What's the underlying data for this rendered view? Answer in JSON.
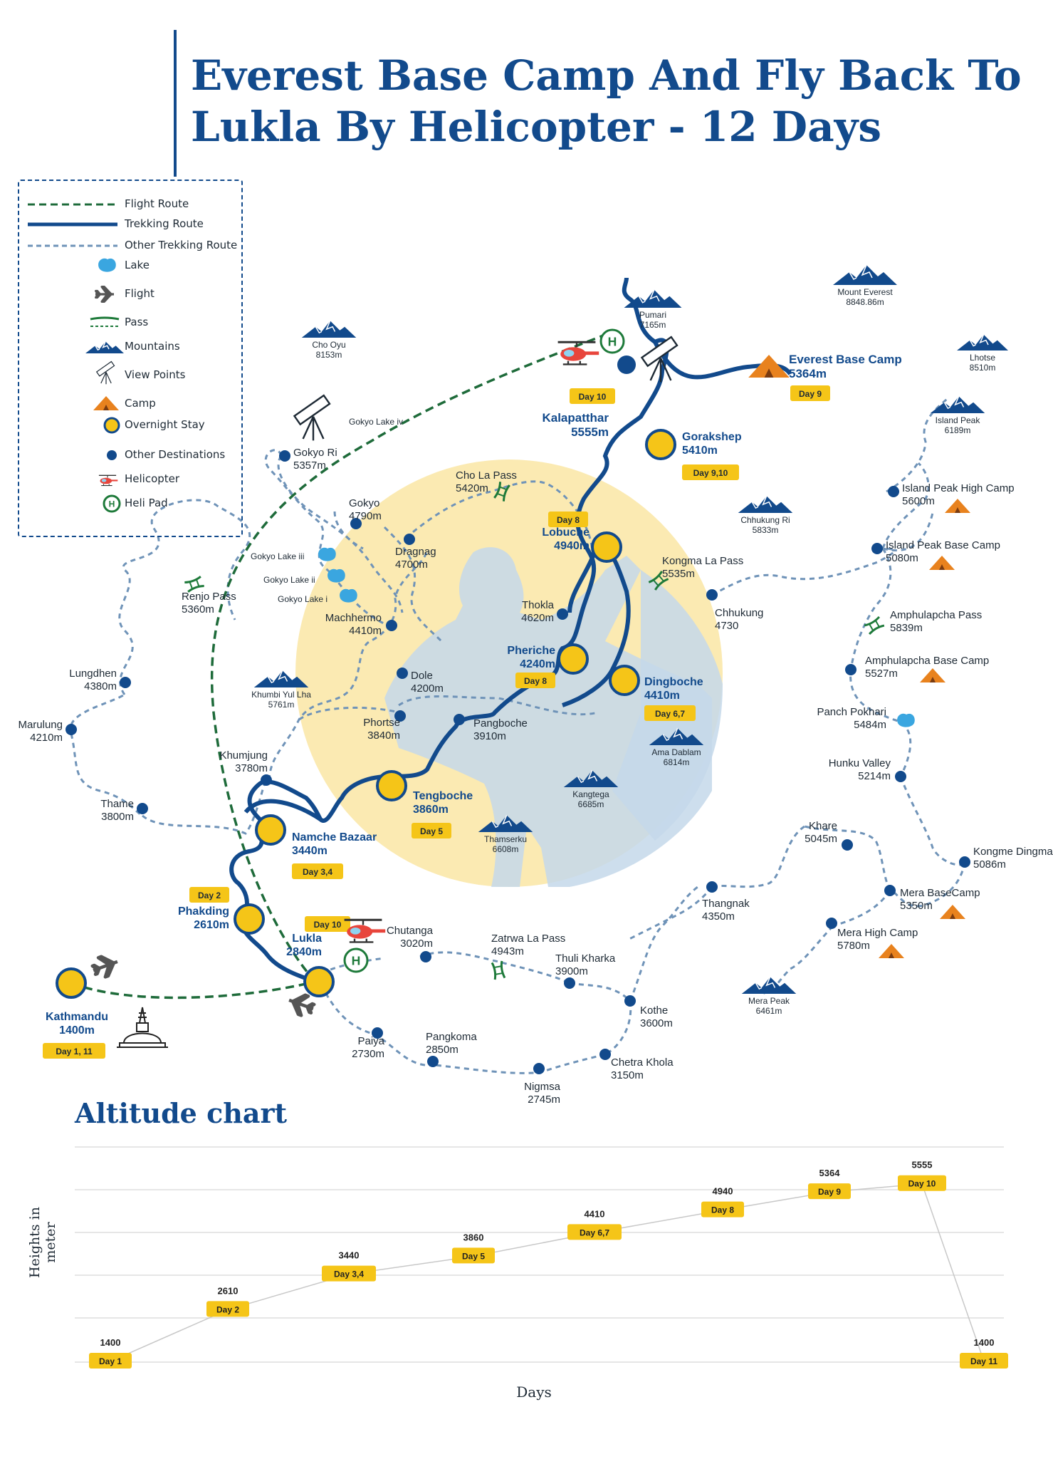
{
  "title": "Everest Base Camp And Fly Back To Lukla By Helicopter - 12 Days",
  "colors": {
    "route_blue": "#124a8c",
    "flight_green": "#1e6b3a",
    "dashed_blue": "#6f93b8",
    "yellow": "#f5c518",
    "circle_bg": "#fbeab2",
    "map_blue": "#c4d8ea",
    "label_dark": "#1e2a35"
  },
  "legend": {
    "items": [
      {
        "symbol": "flight-route",
        "label": "Flight Route"
      },
      {
        "symbol": "trekking-route",
        "label": "Trekking Route"
      },
      {
        "symbol": "other-trekking-route",
        "label": "Other Trekking Route"
      },
      {
        "symbol": "lake-icon",
        "label": "Lake"
      },
      {
        "symbol": "airplane-icon",
        "label": "Flight"
      },
      {
        "symbol": "pass-icon",
        "label": "Pass"
      },
      {
        "symbol": "mountain-icon",
        "label": "Mountains"
      },
      {
        "symbol": "telescope-icon",
        "label": "View Points"
      },
      {
        "symbol": "tent-icon",
        "label": "Camp"
      },
      {
        "symbol": "overnight-stay-icon",
        "label": "Overnight Stay"
      },
      {
        "symbol": "destination-dot-icon",
        "label": "Other Destinations"
      },
      {
        "symbol": "helicopter-icon",
        "label": "Helicopter"
      },
      {
        "symbol": "helipad-icon",
        "label": "Heli Pad"
      }
    ]
  },
  "map": {
    "stops": [
      {
        "name": "Kathmandu",
        "alt": "1400m",
        "day": "Day 1, 11"
      },
      {
        "name": "Lukla",
        "alt": "2840m",
        "day": "Day 10"
      },
      {
        "name": "Phakding",
        "alt": "2610m",
        "day": "Day 2"
      },
      {
        "name": "Namche Bazaar",
        "alt": "3440m",
        "day": "Day 3,4"
      },
      {
        "name": "Tengboche",
        "alt": "3860m",
        "day": "Day 5"
      },
      {
        "name": "Dingboche",
        "alt": "4410m",
        "day": "Day 6,7"
      },
      {
        "name": "Pheriche",
        "alt": "4240m",
        "day": "Day 8"
      },
      {
        "name": "Lobuche",
        "alt": "4940m",
        "day": "Day 8"
      },
      {
        "name": "Gorakshep",
        "alt": "5410m",
        "day": "Day 9,10"
      },
      {
        "name": "Kalapatthar",
        "alt": "5555m",
        "day": "Day 10"
      },
      {
        "name": "Everest Base Camp",
        "alt": "5364m",
        "day": "Day 9"
      }
    ],
    "destinations": [
      {
        "name": "Lungdhen",
        "alt": "4380m"
      },
      {
        "name": "Marulung",
        "alt": "4210m"
      },
      {
        "name": "Thame",
        "alt": "3800m"
      },
      {
        "name": "Khumjung",
        "alt": "3780m"
      },
      {
        "name": "Phortse",
        "alt": "3840m"
      },
      {
        "name": "Pangboche",
        "alt": "3910m"
      },
      {
        "name": "Dole",
        "alt": "4200m"
      },
      {
        "name": "Machhermo",
        "alt": "4410m"
      },
      {
        "name": "Gokyo",
        "alt": "4790m"
      },
      {
        "name": "Dragnag",
        "alt": "4700m"
      },
      {
        "name": "Gokyo Ri",
        "alt": "5357m"
      },
      {
        "name": "Thokla",
        "alt": "4620m"
      },
      {
        "name": "Chhukung",
        "alt": "4730"
      },
      {
        "name": "Island Peak High Camp",
        "alt": "5600m"
      },
      {
        "name": "Island Peak Base Camp",
        "alt": "5080m"
      },
      {
        "name": "Amphulapcha Base Camp",
        "alt": "5527m"
      },
      {
        "name": "Hunku Valley",
        "alt": "5214m"
      },
      {
        "name": "Khare",
        "alt": "5045m"
      },
      {
        "name": "Kongme Dingma",
        "alt": "5086m"
      },
      {
        "name": "Mera BaseCamp",
        "alt": "5350m"
      },
      {
        "name": "Mera High Camp",
        "alt": "5780m"
      },
      {
        "name": "Thangnak",
        "alt": "4350m"
      },
      {
        "name": "Chutanga",
        "alt": "3020m"
      },
      {
        "name": "Thuli Kharka",
        "alt": "3900m"
      },
      {
        "name": "Kothe",
        "alt": "3600m"
      },
      {
        "name": "Chetra Khola",
        "alt": "3150m"
      },
      {
        "name": "Nigmsa",
        "alt": "2745m"
      },
      {
        "name": "Pangkoma",
        "alt": "2850m"
      },
      {
        "name": "Paiya",
        "alt": "2730m"
      }
    ],
    "passes": [
      {
        "name": "Cho La Pass",
        "alt": "5420m"
      },
      {
        "name": "Renjo Pass",
        "alt": "5360m"
      },
      {
        "name": "Kongma La Pass",
        "alt": "5535m"
      },
      {
        "name": "Amphulapcha Pass",
        "alt": "5839m"
      },
      {
        "name": "Zatrwa La Pass",
        "alt": "4943m"
      }
    ],
    "mountains": [
      {
        "name": "Mount Everest",
        "alt": "8848.86m"
      },
      {
        "name": "Pumari",
        "alt": "7165m"
      },
      {
        "name": "Cho Oyu",
        "alt": "8153m"
      },
      {
        "name": "Lhotse",
        "alt": "8510m"
      },
      {
        "name": "Island Peak",
        "alt": "6189m"
      },
      {
        "name": "Chhukung Ri",
        "alt": "5833m"
      },
      {
        "name": "Khumbi Yul Lha",
        "alt": "5761m"
      },
      {
        "name": "Ama Dablam",
        "alt": "6814m"
      },
      {
        "name": "Kangtega",
        "alt": "6685m"
      },
      {
        "name": "Thamserku",
        "alt": "6608m"
      },
      {
        "name": "Mera Peak",
        "alt": "6461m"
      }
    ],
    "lakes": [
      "Gokyo Lake iv",
      "Gokyo Lake iii",
      "Gokyo Lake ii",
      "Gokyo Lake i",
      {
        "name": "Panch Pokhari",
        "alt": "5484m"
      }
    ]
  },
  "altitude_chart": {
    "title": "Altitude chart",
    "ylabel": "Heights in meter",
    "xlabel": "Days"
  },
  "chart_data": {
    "type": "line",
    "title": "Altitude chart",
    "xlabel": "Days",
    "ylabel": "Heights in meter",
    "categories": [
      "Day 1",
      "Day 2",
      "Day 3,4",
      "Day 5",
      "Day 6,7",
      "Day 8",
      "Day 9",
      "Day 10",
      "Day 11"
    ],
    "values": [
      1400,
      2610,
      3440,
      3860,
      4410,
      4940,
      5364,
      5555,
      1400
    ],
    "ylim": [
      1000,
      6000
    ],
    "grid": true
  }
}
